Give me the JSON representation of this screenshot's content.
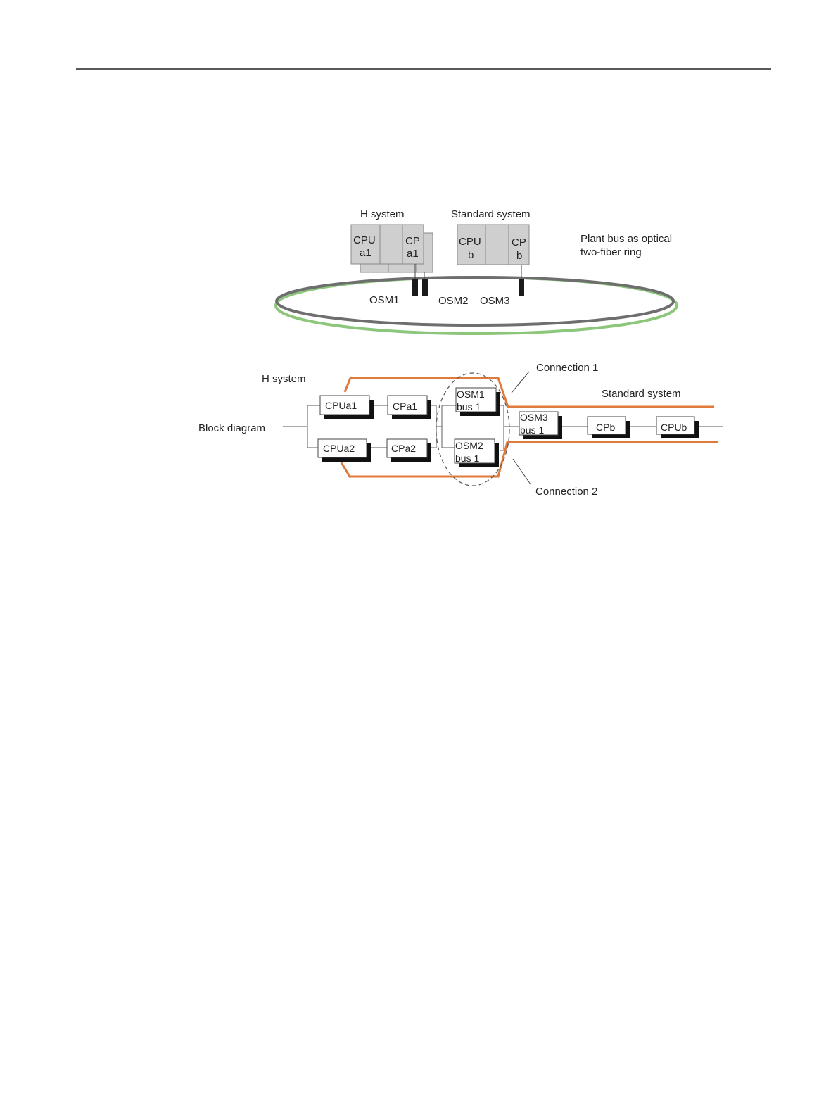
{
  "figure": {
    "top_section": {
      "h_system_label": "H system",
      "standard_system_label": "Standard system",
      "cpu_a1_line1": "CPU",
      "cpu_a1_line2": "a1",
      "cp_a1_line1": "CP",
      "cp_a1_line2": "a1",
      "cpu_b_line1": "CPU",
      "cpu_b_line2": "b",
      "cp_b_line1": "CP",
      "cp_b_line2": "b",
      "plant_bus_line1": "Plant bus as optical",
      "plant_bus_line2": "two-fiber ring",
      "osm1": "OSM1",
      "osm2": "OSM2",
      "osm3": "OSM3"
    },
    "block_diagram": {
      "block_diagram_label": "Block diagram",
      "h_system_label": "H system",
      "standard_system_label": "Standard system",
      "connection1": "Connection 1",
      "connection2": "Connection 2",
      "cpua1": "CPUa1",
      "cpa1": "CPa1",
      "cpua2": "CPUa2",
      "cpa2": "CPa2",
      "osm1_line1": "OSM1",
      "osm1_line2": "bus 1",
      "osm2_line1": "OSM2",
      "osm2_line2": "bus 1",
      "osm3_line1": "OSM3",
      "osm3_line2": "bus 1",
      "cpb": "CPb",
      "cpub": "CPUb"
    },
    "colors": {
      "ring_gray": "#6e6e6e",
      "ring_green": "#8cc67a",
      "connection_orange": "#e07a3a",
      "module_fill": "#cfcfcf"
    }
  }
}
